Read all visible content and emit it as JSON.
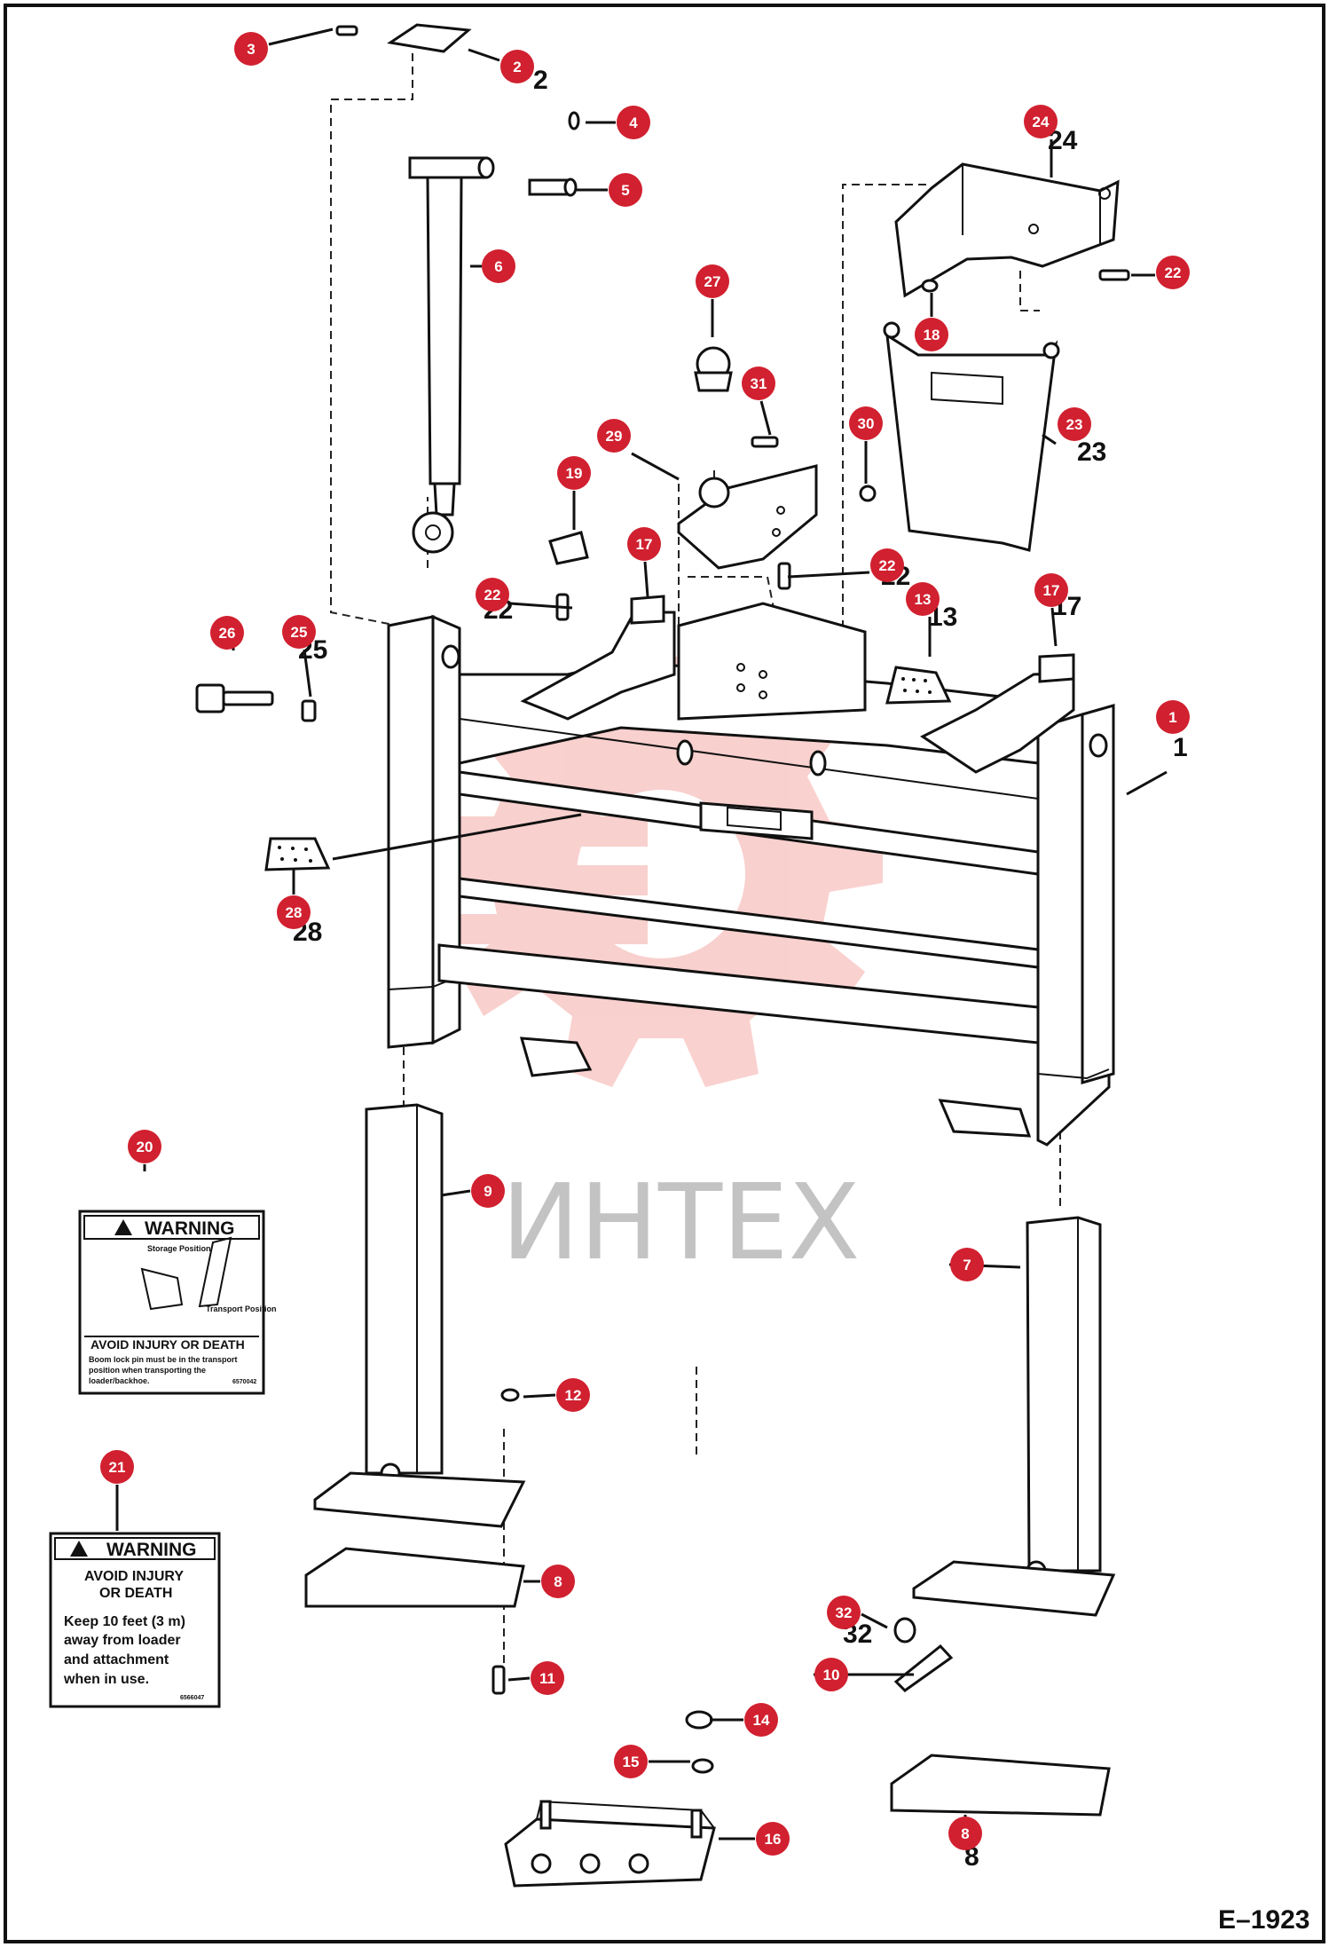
{
  "figure_code": "E–1923",
  "watermark_text": "ИНТЕХ",
  "callout_color": "#d1202f",
  "watermark_color": "#e8594f",
  "callouts": [
    {
      "n": "1"
    },
    {
      "n": "2"
    },
    {
      "n": "3"
    },
    {
      "n": "4"
    },
    {
      "n": "5"
    },
    {
      "n": "6"
    },
    {
      "n": "7"
    },
    {
      "n": "8"
    },
    {
      "n": "8"
    },
    {
      "n": "9"
    },
    {
      "n": "10"
    },
    {
      "n": "11"
    },
    {
      "n": "12"
    },
    {
      "n": "13"
    },
    {
      "n": "14"
    },
    {
      "n": "15"
    },
    {
      "n": "16"
    },
    {
      "n": "17"
    },
    {
      "n": "17"
    },
    {
      "n": "18"
    },
    {
      "n": "19"
    },
    {
      "n": "20"
    },
    {
      "n": "21"
    },
    {
      "n": "22"
    },
    {
      "n": "22"
    },
    {
      "n": "22"
    },
    {
      "n": "23"
    },
    {
      "n": "24"
    },
    {
      "n": "25"
    },
    {
      "n": "26"
    },
    {
      "n": "27"
    },
    {
      "n": "28"
    },
    {
      "n": "29"
    },
    {
      "n": "30"
    },
    {
      "n": "31"
    },
    {
      "n": "32"
    }
  ],
  "printed_numbers": [
    "1",
    "2",
    "8",
    "13",
    "17",
    "22",
    "22",
    "23",
    "24",
    "25",
    "28",
    "32"
  ],
  "decal_boom_lock": {
    "header": "WARNING",
    "label_storage": "Storage Position",
    "label_transport": "Transport Position",
    "title": "AVOID INJURY OR DEATH",
    "lines": [
      "Boom lock pin must be in the transport",
      "position when transporting the",
      "loader/backhoe."
    ],
    "code": "6570042"
  },
  "decal_distance": {
    "header": "WARNING",
    "title_line1": "AVOID INJURY",
    "title_line2": "OR DEATH",
    "lines": [
      "Keep 10 feet (3 m)",
      "away from loader",
      "and attachment",
      "when in use."
    ],
    "code": "6566047"
  }
}
